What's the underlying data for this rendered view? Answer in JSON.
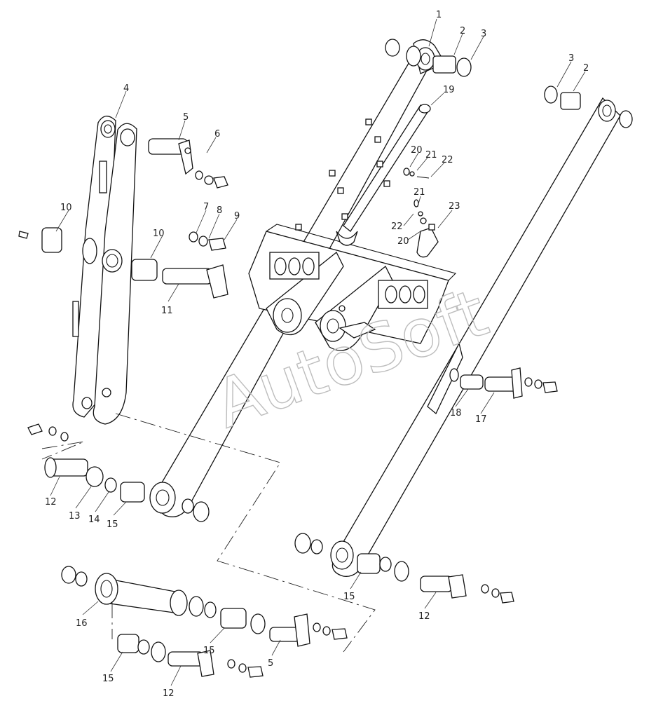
{
  "watermark": "AutoSoft",
  "callouts": [
    {
      "id": "c1",
      "text": "1"
    },
    {
      "id": "c2a",
      "text": "2"
    },
    {
      "id": "c3a",
      "text": "3"
    },
    {
      "id": "c3b",
      "text": "3"
    },
    {
      "id": "c2b",
      "text": "2"
    },
    {
      "id": "c19",
      "text": "19"
    },
    {
      "id": "c4",
      "text": "4"
    },
    {
      "id": "c5a",
      "text": "5"
    },
    {
      "id": "c6",
      "text": "6"
    },
    {
      "id": "c20a",
      "text": "20"
    },
    {
      "id": "c21a",
      "text": "21"
    },
    {
      "id": "c22a",
      "text": "22"
    },
    {
      "id": "c10a",
      "text": "10"
    },
    {
      "id": "c7",
      "text": "7"
    },
    {
      "id": "c8",
      "text": "8"
    },
    {
      "id": "c9",
      "text": "9"
    },
    {
      "id": "c21b",
      "text": "21"
    },
    {
      "id": "c23",
      "text": "23"
    },
    {
      "id": "c22b",
      "text": "22"
    },
    {
      "id": "c20b",
      "text": "20"
    },
    {
      "id": "c10b",
      "text": "10"
    },
    {
      "id": "c11",
      "text": "11"
    },
    {
      "id": "c18",
      "text": "18"
    },
    {
      "id": "c17",
      "text": "17"
    },
    {
      "id": "c12a",
      "text": "12"
    },
    {
      "id": "c13",
      "text": "13"
    },
    {
      "id": "c14",
      "text": "14"
    },
    {
      "id": "c15a",
      "text": "15"
    },
    {
      "id": "c15b",
      "text": "15"
    },
    {
      "id": "c12b",
      "text": "12"
    },
    {
      "id": "c16",
      "text": "16"
    },
    {
      "id": "c15c",
      "text": "15"
    },
    {
      "id": "c5b",
      "text": "5"
    },
    {
      "id": "c15d",
      "text": "15"
    },
    {
      "id": "c12c",
      "text": "12"
    }
  ]
}
